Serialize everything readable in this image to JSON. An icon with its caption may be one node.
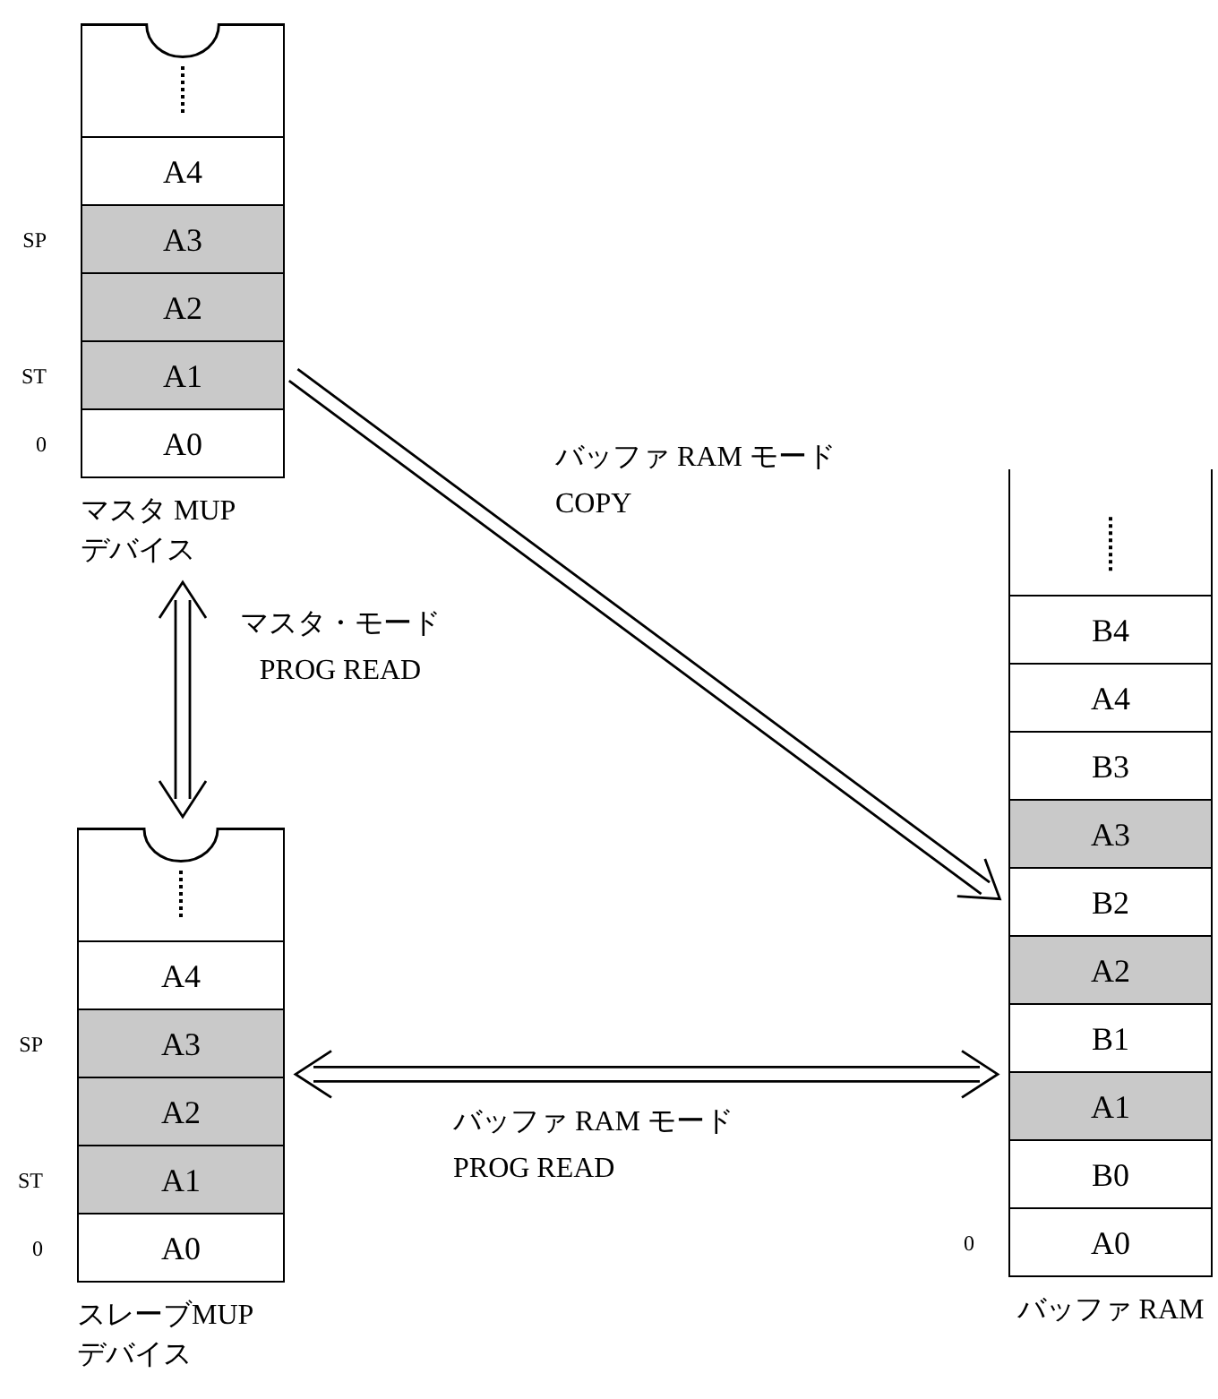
{
  "diagram": {
    "nodes": [
      {
        "text": [
          "マスタ MUPデバイス"
        ]
      },
      {
        "text": [],
        "shape": "box",
        "in": 0
      },
      {
        "text": [
          "A4"
        ],
        "in": 0
      },
      {
        "text": [
          "A3"
        ],
        "in": 0,
        "beside": [
          "SP"
        ]
      },
      {
        "text": [
          "A2"
        ],
        "in": 0
      },
      {
        "text": [
          "A1"
        ],
        "in": 0,
        "beside": [
          "ST"
        ]
      },
      {
        "text": [
          "A0"
        ],
        "in": 0,
        "beside": [
          "0"
        ]
      },
      {
        "text": [
          "スレーブMUPデバイス"
        ]
      },
      {
        "text": [],
        "shape": "box",
        "in": 7
      },
      {
        "text": [
          "A4"
        ],
        "in": 7
      },
      {
        "text": [
          "A3"
        ],
        "in": 7,
        "beside": [
          "SP"
        ]
      },
      {
        "text": [
          "A2"
        ],
        "in": 7
      },
      {
        "text": [
          "A1"
        ],
        "in": 7,
        "beside": [
          "ST"
        ]
      },
      {
        "text": [
          "A0"
        ],
        "in": 7,
        "beside": [
          "0"
        ]
      },
      {
        "text": [
          "バッファ RAM"
        ]
      },
      {
        "text": [],
        "shape": "box",
        "in": 14
      },
      {
        "text": [
          "B4"
        ],
        "in": 14
      },
      {
        "text": [
          "A4"
        ],
        "in": 14
      },
      {
        "text": [
          "B3"
        ],
        "in": 14
      },
      {
        "text": [
          "A3"
        ],
        "in": 14
      },
      {
        "text": [
          "B2"
        ],
        "in": 14
      },
      {
        "text": [
          "A2"
        ],
        "in": 14
      },
      {
        "text": [
          "B1"
        ],
        "in": 14
      },
      {
        "text": [
          "A1"
        ],
        "in": 14
      },
      {
        "text": [
          "B0"
        ],
        "in": 14
      },
      {
        "text": [
          "A0"
        ],
        "in": 14,
        "beside": [
          "0"
        ]
      }
    ],
    "edges": [
      {
        "from": 0,
        "to": 14,
        "arrow": "to",
        "label": "バッファ RAM モード COPY"
      },
      {
        "from": 0,
        "to": 7,
        "arrow": "both",
        "label": "マスタ・モード PROG READ"
      },
      {
        "from": 7,
        "to": 14,
        "arrow": "both",
        "label": "バッファ RAM モード PROG READ"
      }
    ]
  }
}
